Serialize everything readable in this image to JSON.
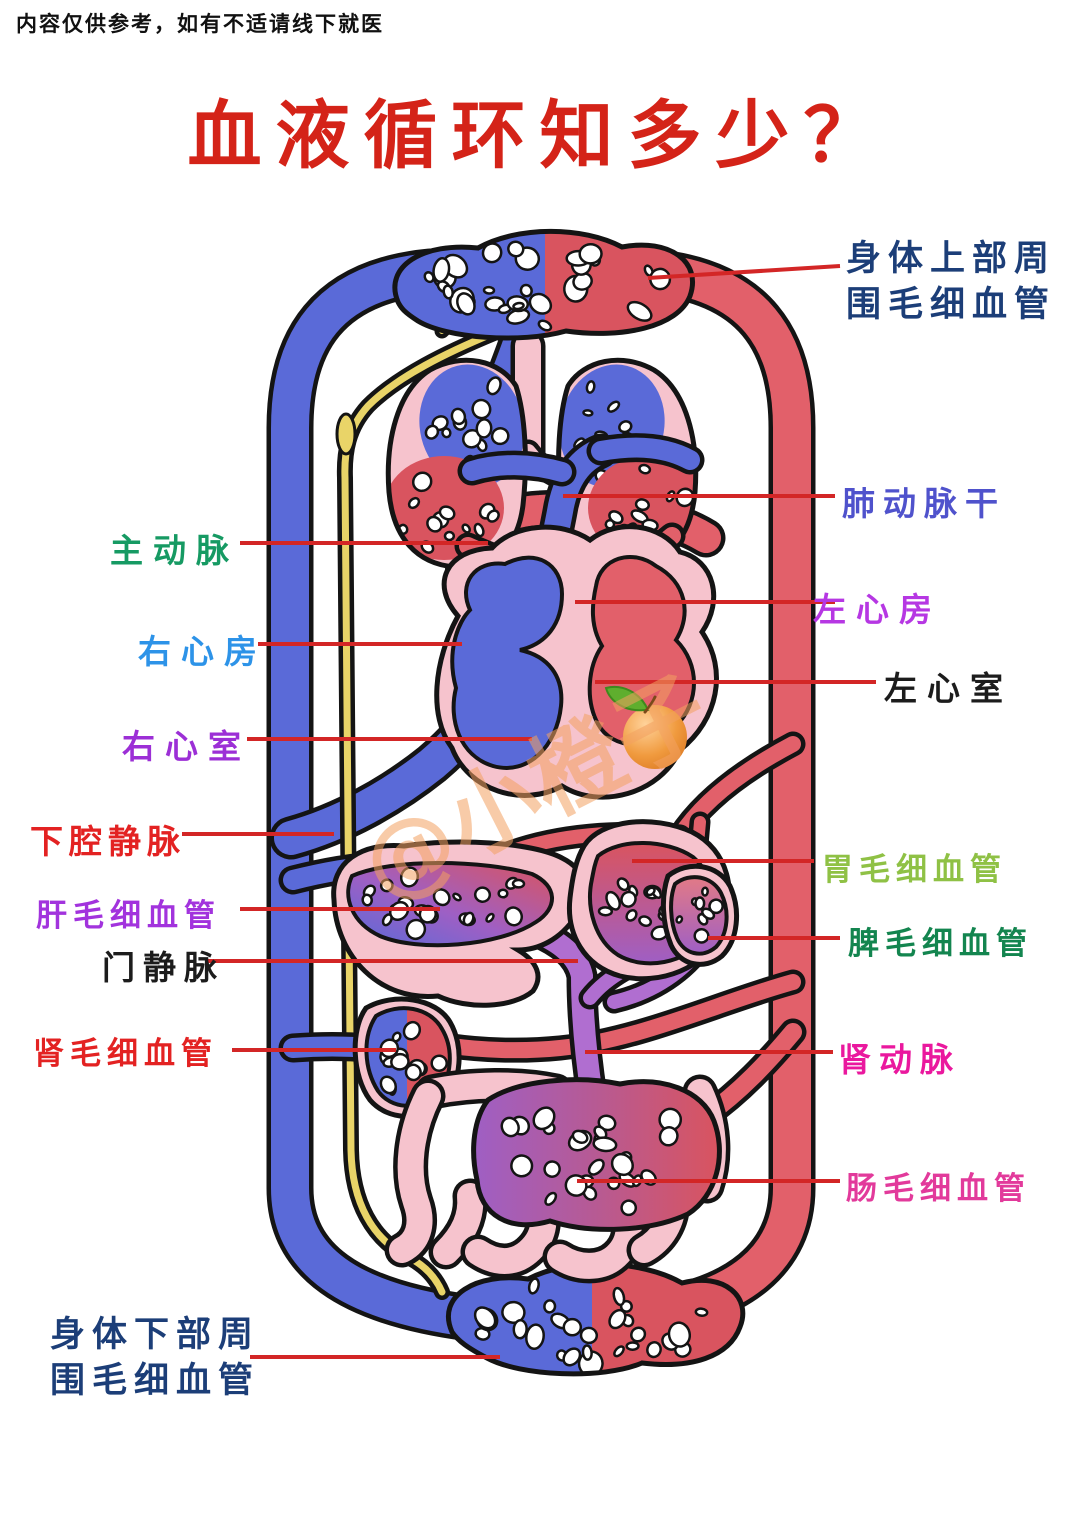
{
  "disclaimer": {
    "text": "内容仅供参考，如有不适请线下就医",
    "color": "#111111"
  },
  "title": {
    "text": "血液循环知多少？",
    "color": "#d42318"
  },
  "watermark": {
    "text": "@小橙子",
    "color": "#f2a060"
  },
  "diagram": {
    "colors": {
      "vein_blue": "#5a6ad8",
      "artery_red": "#e2606a",
      "capillary_red": "#d9545f",
      "capillary_purple": "#9f5fc4",
      "organ_pink": "#f6c3cd",
      "lymph_yellow": "#e9d468",
      "portal_purple": "#b06ed0",
      "outline_black": "#141414",
      "leader_line_red": "#d32626"
    }
  },
  "labels": {
    "upper_body_capillaries": {
      "line1": "身体上部周",
      "line2": "围毛细血管",
      "color": "#1c3e78"
    },
    "pulmonary_trunk": {
      "text": "肺动脉干",
      "color": "#4f52cc"
    },
    "aorta": {
      "text": "主动脉",
      "color": "#169a63"
    },
    "left_atrium": {
      "text": "左心房",
      "color": "#b637e3"
    },
    "right_atrium": {
      "text": "右心房",
      "color": "#2d93e8"
    },
    "left_ventricle": {
      "text": "左心室",
      "color": "#1c1c1c"
    },
    "right_ventricle": {
      "text": "右心室",
      "color": "#9c2fd6"
    },
    "inferior_vena_cava": {
      "text": "下腔静脉",
      "color": "#e32222"
    },
    "stomach_capillaries": {
      "text": "胃毛细血管",
      "color": "#8fc145"
    },
    "liver_capillaries": {
      "text": "肝毛细血管",
      "color": "#a233dd"
    },
    "spleen_capillaries": {
      "text": "脾毛细血管",
      "color": "#13854f"
    },
    "portal_vein": {
      "text": "门静脉",
      "color": "#1c1c1c"
    },
    "kidney_capillaries": {
      "text": "肾毛细血管",
      "color": "#e32222"
    },
    "renal_artery": {
      "text": "肾动脉",
      "color": "#ea189e"
    },
    "intestine_capillaries": {
      "text": "肠毛细血管",
      "color": "#e23a9b"
    },
    "lower_body_capillaries": {
      "line1": "身体下部周",
      "line2": "围毛细血管",
      "color": "#1c3e78"
    }
  }
}
